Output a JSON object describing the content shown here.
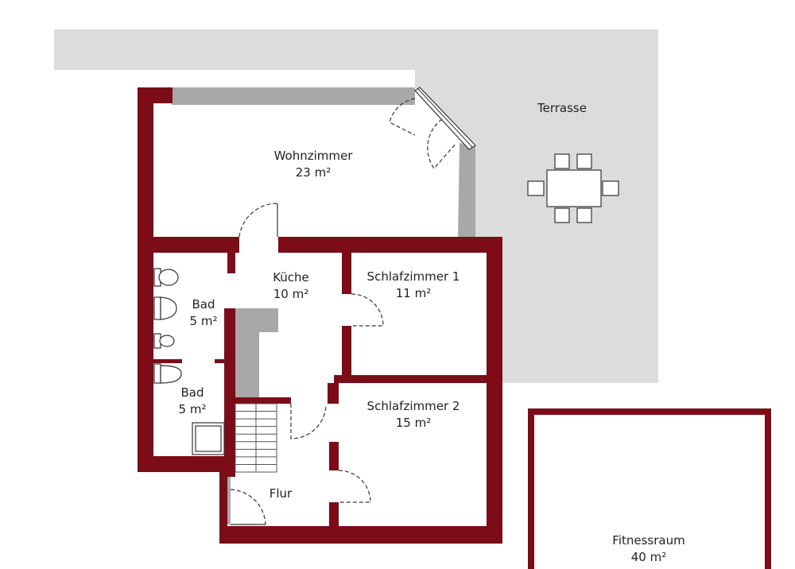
{
  "colors": {
    "wall": "#7b0c18",
    "terrace": "#dcdcdc",
    "inner_wall": "#a8a8a8",
    "door_line": "#333333",
    "text": "#222222"
  },
  "rooms": {
    "wohnzimmer": {
      "name": "Wohnzimmer",
      "area": "23 m²"
    },
    "terrasse": {
      "name": "Terrasse"
    },
    "kueche": {
      "name": "Küche",
      "area": "10 m²"
    },
    "schlafzimmer1": {
      "name": "Schlafzimmer 1",
      "area": "11 m²"
    },
    "bad1": {
      "name": "Bad",
      "area": "5 m²"
    },
    "bad2": {
      "name": "Bad",
      "area": "5 m²"
    },
    "schlafzimmer2": {
      "name": "Schlafzimmer 2",
      "area": "15 m²"
    },
    "flur": {
      "name": "Flur"
    },
    "fitnessraum": {
      "name": "Fitnessraum",
      "area": "40 m²"
    }
  },
  "furniture": {
    "terrace_table": "dining-table-icon",
    "toilet": "toilet-icon",
    "sink": "sink-icon",
    "shower": "shower-icon",
    "stairs": "stairs-icon"
  }
}
